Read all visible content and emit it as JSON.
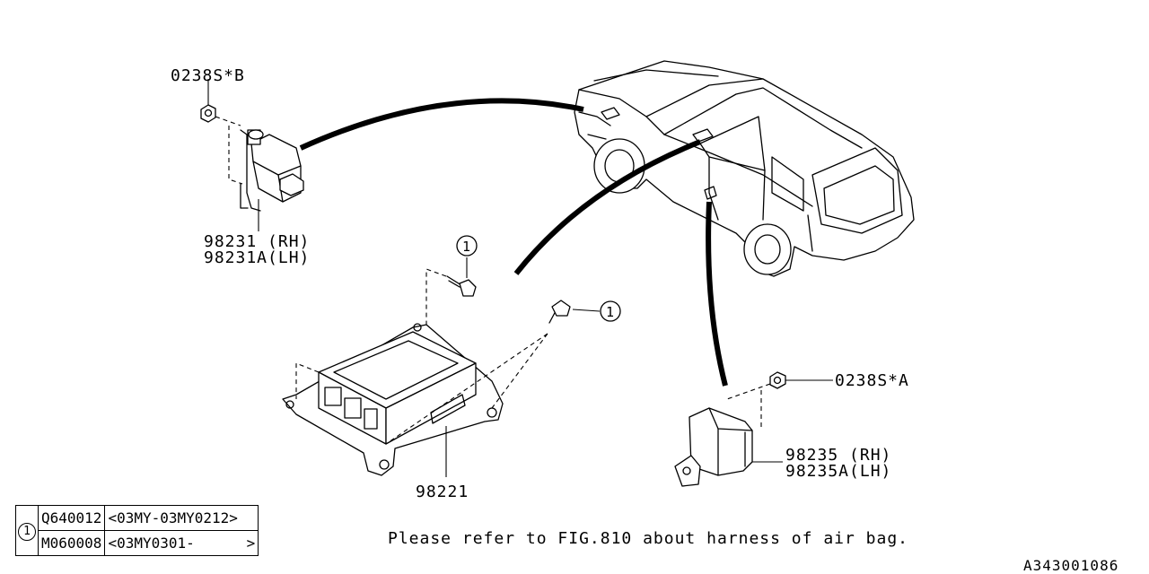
{
  "labels": {
    "nut_b": "0238S*B",
    "sensor_front_rh": "98231 (RH)",
    "sensor_front_lh": "98231A(LH)",
    "callout_1": "1",
    "control_unit": "98221",
    "nut_a": "0238S*A",
    "sensor_side_rh": "98235 (RH)",
    "sensor_side_lh": "98235A(LH)"
  },
  "legend": {
    "ref": "1",
    "rows": [
      {
        "part": "Q640012",
        "range": "<03MY-03MY0212>"
      },
      {
        "part": "M060008",
        "range": "<03MY0301-      >"
      }
    ]
  },
  "note": "Please refer to FIG.810 about harness of air bag.",
  "figure_code": "A343001086"
}
